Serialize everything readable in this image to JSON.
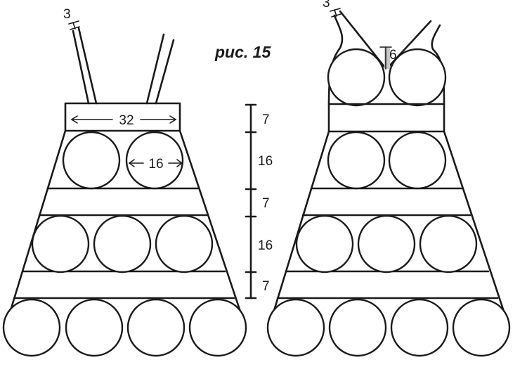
{
  "figure": {
    "title": "рис. 15"
  },
  "left_dress": {
    "strap_width": "3",
    "waistband_width": "32",
    "circle_diameter": "16"
  },
  "right_dress": {
    "strap_width": "3",
    "neck_gap": "6"
  },
  "scale": {
    "segments": [
      "7",
      "16",
      "7",
      "16",
      "7"
    ]
  },
  "colors": {
    "line": "#1a1a1a",
    "neck_fill": "#c8c8c8",
    "background": "#ffffff"
  }
}
